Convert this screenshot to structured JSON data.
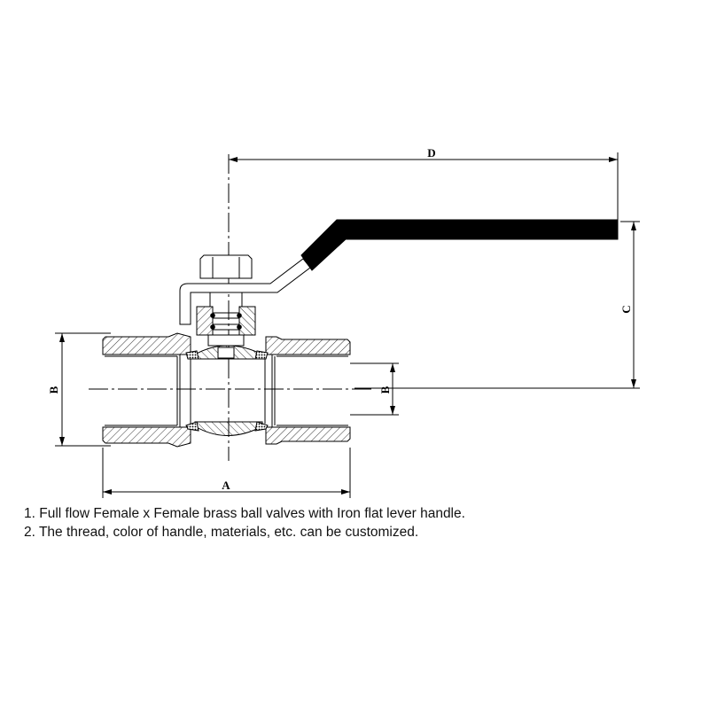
{
  "dimensions": {
    "a": "A",
    "b_outer": "B",
    "b_inner": "B",
    "c": "C",
    "d": "D"
  },
  "notes": [
    "1. Full flow Female x Female brass ball valves with Iron flat lever handle.",
    "2. The thread, color of handle, materials, etc. can be customized."
  ],
  "colors": {
    "line": "#000000",
    "handle": "#000000",
    "background": "#ffffff"
  }
}
